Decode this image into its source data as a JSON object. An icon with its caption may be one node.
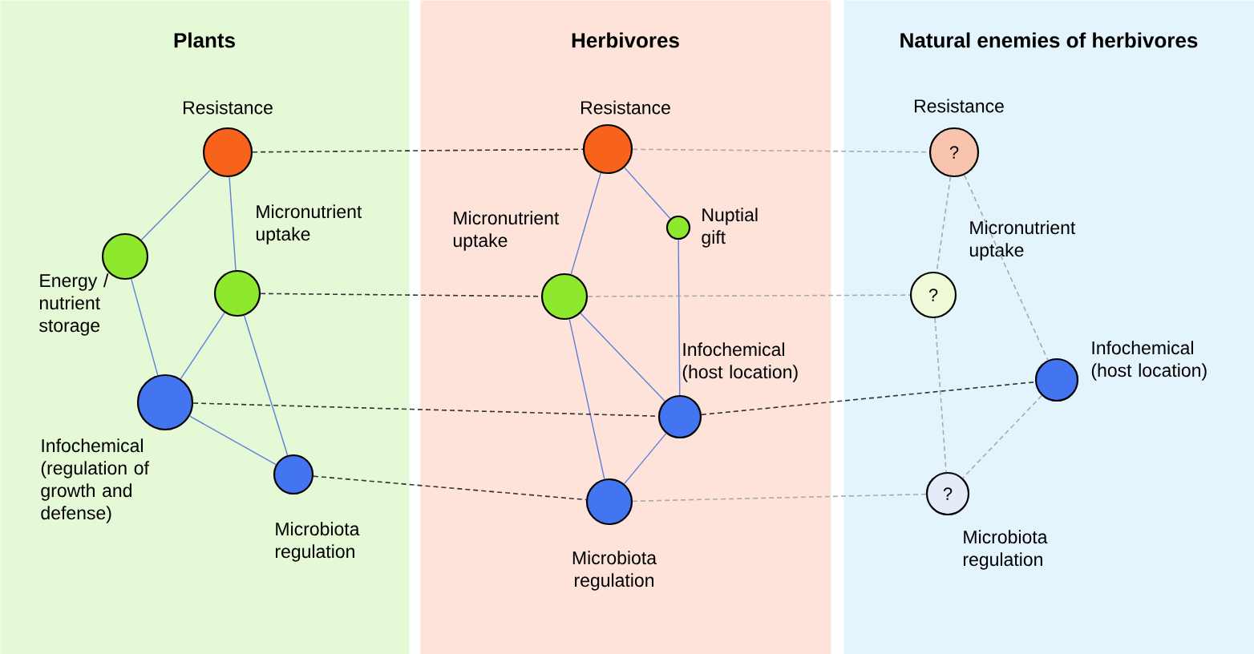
{
  "diagram": {
    "nodes": [
      {
        "text": [
          "Plants"
        ]
      },
      {
        "text": [
          "Resistance"
        ],
        "in": 0
      },
      {
        "text": [
          "Energy / nutrient storage"
        ],
        "in": 0
      },
      {
        "text": [
          "Micronutrient uptake"
        ],
        "in": 0
      },
      {
        "text": [
          "Infochemical (regulation of growth and defense)"
        ],
        "in": 0
      },
      {
        "text": [
          "Microbiota regulation"
        ],
        "in": 0
      },
      {
        "text": [
          "Herbivores"
        ]
      },
      {
        "text": [
          "Resistance"
        ],
        "in": 6
      },
      {
        "text": [
          "Nuptial gift"
        ],
        "in": 6
      },
      {
        "text": [
          "Micronutrient uptake"
        ],
        "in": 6
      },
      {
        "text": [
          "Infochemical (host location)"
        ],
        "in": 6
      },
      {
        "text": [
          "Microbiota regulation"
        ],
        "in": 6
      },
      {
        "text": [
          "Natural enemies of herbivores"
        ]
      },
      {
        "text": [
          "Resistance",
          "?"
        ],
        "in": 12
      },
      {
        "text": [
          "?",
          "Micronutrient uptake"
        ],
        "in": 12
      },
      {
        "text": [
          "Infochemical (host location)"
        ],
        "in": 12
      },
      {
        "text": [
          "?",
          "Microbiota regulation"
        ],
        "in": 12
      }
    ],
    "edges": [
      {
        "from": 1,
        "to": 2,
        "arrow": "none"
      },
      {
        "from": 1,
        "to": 3,
        "arrow": "none"
      },
      {
        "from": 2,
        "to": 4,
        "arrow": "none"
      },
      {
        "from": 3,
        "to": 4,
        "arrow": "none"
      },
      {
        "from": 3,
        "to": 5,
        "arrow": "none"
      },
      {
        "from": 4,
        "to": 5,
        "arrow": "none"
      },
      {
        "from": 7,
        "to": 9,
        "arrow": "none"
      },
      {
        "from": 7,
        "to": 8,
        "arrow": "none"
      },
      {
        "from": 8,
        "to": 10,
        "arrow": "none"
      },
      {
        "from": 9,
        "to": 10,
        "arrow": "none"
      },
      {
        "from": 9,
        "to": 11,
        "arrow": "none"
      },
      {
        "from": 10,
        "to": 11,
        "arrow": "none"
      },
      {
        "from": 13,
        "to": 14,
        "arrow": "none",
        "style": "dashed",
        "color": "#aaaaaa"
      },
      {
        "from": 13,
        "to": 15,
        "arrow": "none",
        "style": "dashed",
        "color": "#aaaaaa"
      },
      {
        "from": 14,
        "to": 16,
        "arrow": "none",
        "style": "dashed",
        "color": "#aaaaaa"
      },
      {
        "from": 15,
        "to": 16,
        "arrow": "none",
        "style": "dashed",
        "color": "#aaaaaa"
      },
      {
        "from": 1,
        "to": 7,
        "arrow": "none",
        "style": "dashed",
        "color": "#333333"
      },
      {
        "from": 3,
        "to": 9,
        "arrow": "none",
        "style": "dashed",
        "color": "#333333"
      },
      {
        "from": 4,
        "to": 10,
        "arrow": "none",
        "style": "dashed",
        "color": "#333333"
      },
      {
        "from": 5,
        "to": 11,
        "arrow": "none",
        "style": "dashed",
        "color": "#333333"
      },
      {
        "from": 7,
        "to": 13,
        "arrow": "none",
        "style": "dashed",
        "color": "#aaaaaa"
      },
      {
        "from": 9,
        "to": 14,
        "arrow": "none",
        "style": "dashed",
        "color": "#aaaaaa"
      },
      {
        "from": 10,
        "to": 15,
        "arrow": "none",
        "style": "dashed",
        "color": "#333333"
      },
      {
        "from": 11,
        "to": 16,
        "arrow": "none",
        "style": "dashed",
        "color": "#aaaaaa"
      }
    ]
  }
}
